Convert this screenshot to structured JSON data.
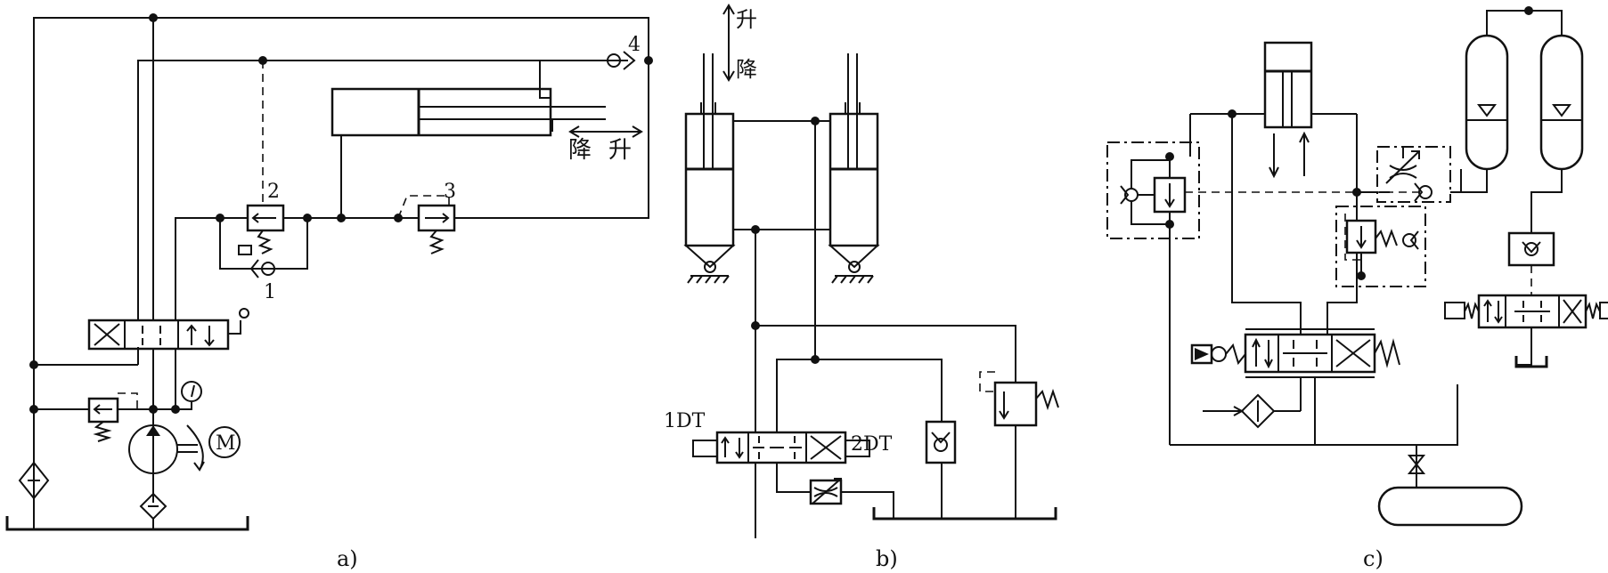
{
  "panels": {
    "a": {
      "caption": "a)",
      "labels": {
        "n1": "1",
        "n2": "2",
        "n3": "3",
        "n4": "4",
        "motor": "M"
      },
      "arrow_text": {
        "down": "降",
        "up": "升"
      }
    },
    "b": {
      "caption": "b)",
      "labels": {
        "sol1": "1DT",
        "sol2": "2DT"
      },
      "arrow_text": {
        "up": "升",
        "down": "降"
      }
    },
    "c": {
      "caption": "c)"
    }
  }
}
